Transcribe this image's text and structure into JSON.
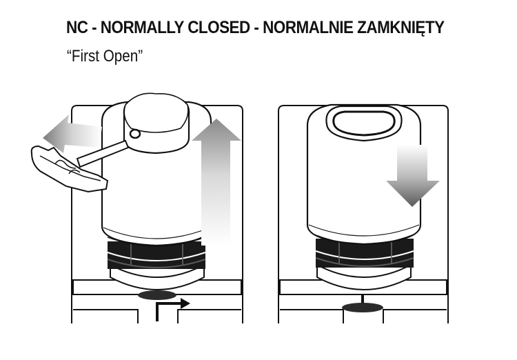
{
  "heading": {
    "title": "NC - NORMALLY CLOSED - NORMALNIE ZAMKNIĘTY",
    "subtitle": "“First Open”"
  },
  "panels": [
    {
      "state": "first-open",
      "cap_direction": "up",
      "lever": "attached"
    },
    {
      "state": "normally-closed",
      "cap_direction": "down",
      "lever": "none"
    }
  ],
  "colors": {
    "ink": "#111111",
    "arrow_light": "#e6e6e6",
    "arrow_dark": "#6e6e6e"
  }
}
